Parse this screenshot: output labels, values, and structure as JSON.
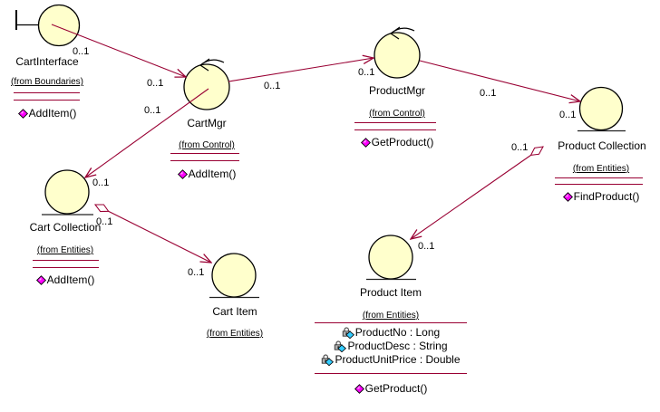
{
  "colors": {
    "background": "#FFFFFF",
    "node_fill": "#FFFFCC",
    "node_stroke": "#000000",
    "edge": "#990033",
    "operation_icon": "#FF00FF",
    "attribute_icon": "#33CCFF",
    "text": "#000000"
  },
  "classes": [
    {
      "name": "CartInterface",
      "stereotype_icon": "boundary-icon",
      "package": "(from Boundaries)",
      "attributes": [],
      "operations": [
        "AddItem()"
      ]
    },
    {
      "name": "CartMgr",
      "stereotype_icon": "control-icon",
      "package": "(from Control)",
      "attributes": [],
      "operations": [
        "AddItem()"
      ]
    },
    {
      "name": "ProductMgr",
      "stereotype_icon": "control-icon",
      "package": "(from Control)",
      "attributes": [],
      "operations": [
        "GetProduct()"
      ]
    },
    {
      "name": "Product Collection",
      "stereotype_icon": "entity-icon",
      "package": "(from Entities)",
      "attributes": [],
      "operations": [
        "FindProduct()"
      ]
    },
    {
      "name": "Cart Collection",
      "stereotype_icon": "entity-icon",
      "package": "(from Entities)",
      "attributes": [],
      "operations": [
        "AddItem()"
      ]
    },
    {
      "name": "Cart Item",
      "stereotype_icon": "entity-icon",
      "package": "(from Entities)",
      "attributes": [],
      "operations": []
    },
    {
      "name": "Product Item",
      "stereotype_icon": "entity-icon",
      "package": "(from Entities)",
      "attributes": [
        "ProductNo : Long",
        "ProductDesc : String",
        "ProductUnitPrice : Double"
      ],
      "operations": [
        "GetProduct()"
      ]
    }
  ],
  "associations": [
    {
      "from": "CartInterface",
      "to": "CartMgr",
      "kind": "directed-association",
      "source_mult": "0..1",
      "target_mult": "0..1"
    },
    {
      "from": "CartMgr",
      "to": "ProductMgr",
      "kind": "directed-association",
      "source_mult": "0..1",
      "target_mult": "0..1"
    },
    {
      "from": "CartMgr",
      "to": "Cart Collection",
      "kind": "directed-association",
      "source_mult": "0..1",
      "target_mult": "0..1"
    },
    {
      "from": "ProductMgr",
      "to": "Product Collection",
      "kind": "directed-association",
      "source_mult": "0..1",
      "target_mult": "0..1"
    },
    {
      "from": "Product Collection",
      "to": "Product Item",
      "kind": "directed-aggregation",
      "source_mult": "0..1",
      "target_mult": "0..1"
    },
    {
      "from": "Cart Collection",
      "to": "Cart Item",
      "kind": "directed-aggregation",
      "source_mult": "0..1",
      "target_mult": "0..1"
    }
  ]
}
